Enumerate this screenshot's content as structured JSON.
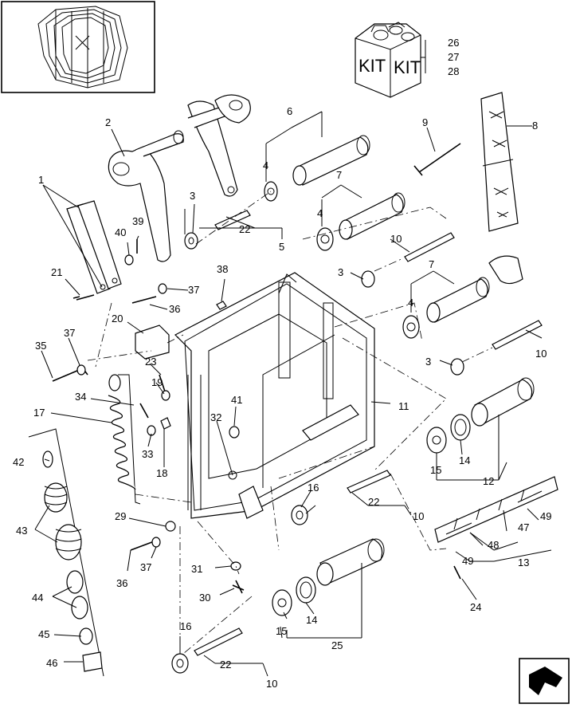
{
  "labels": {
    "l1": "1",
    "l2": "2",
    "l3a": "3",
    "l3b": "3",
    "l3c": "3",
    "l4a": "4",
    "l4b": "4",
    "l4c": "4",
    "l5": "5",
    "l6": "6",
    "l7a": "7",
    "l7b": "7",
    "l8": "8",
    "l9": "9",
    "l10a": "10",
    "l10b": "10",
    "l10c": "10",
    "l10d": "10",
    "l11": "11",
    "l12": "12",
    "l13": "13",
    "l14a": "14",
    "l14b": "14",
    "l15a": "15",
    "l15b": "15",
    "l16a": "16",
    "l16b": "16",
    "l17": "17",
    "l18": "18",
    "l19": "19",
    "l20": "20",
    "l21": "21",
    "l22a": "22",
    "l22b": "22",
    "l22c": "22",
    "l23": "23",
    "l24": "24",
    "l25": "25",
    "l26": "26",
    "l27": "27",
    "l28": "28",
    "l29": "29",
    "l30": "30",
    "l31": "31",
    "l32": "32",
    "l33": "33",
    "l34": "34",
    "l35": "35",
    "l36a": "36",
    "l36b": "36",
    "l37a": "37",
    "l37b": "37",
    "l37c": "37",
    "l38": "38",
    "l39": "39",
    "l40": "40",
    "l41": "41",
    "l42": "42",
    "l43": "43",
    "l44": "44",
    "l45": "45",
    "l46": "46",
    "l47": "47",
    "l48": "48",
    "l49a": "49",
    "l49b": "49"
  },
  "kit_box": {
    "left_text": "KIT",
    "right_text": "KIT"
  },
  "icons": {
    "thumbnail": "roller-assembly-thumbnail-icon",
    "nav": "next-page-arrow-icon"
  }
}
